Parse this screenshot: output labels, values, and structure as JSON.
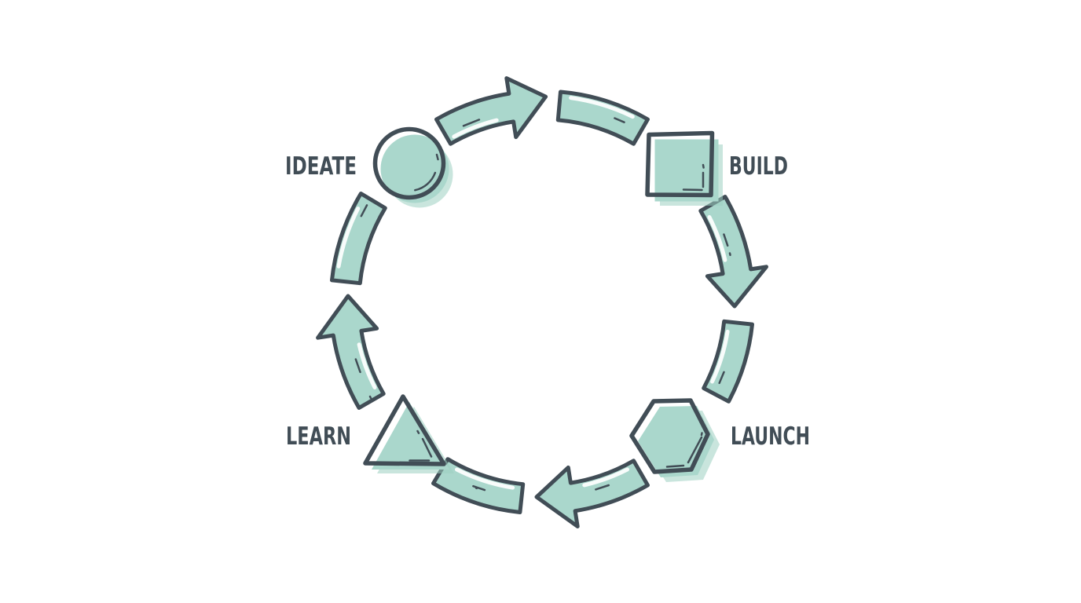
{
  "diagram": {
    "type": "cycle",
    "direction": "clockwise",
    "nodes": [
      {
        "label": "IDEATE",
        "shape": "circle",
        "label_side": "left",
        "position": "top-left"
      },
      {
        "label": "BUILD",
        "shape": "square",
        "label_side": "right",
        "position": "top-right"
      },
      {
        "label": "LAUNCH",
        "shape": "hexagon",
        "label_side": "right",
        "position": "bottom-right"
      },
      {
        "label": "LEARN",
        "shape": "triangle",
        "label_side": "left",
        "position": "bottom-left"
      }
    ],
    "connector_style": "hand-drawn curved arrows",
    "colors": {
      "fill": "#aad7cc",
      "shadow": "#9ccfc1",
      "stroke": "#414d56",
      "text": "#414d56",
      "background": "#ffffff"
    }
  }
}
